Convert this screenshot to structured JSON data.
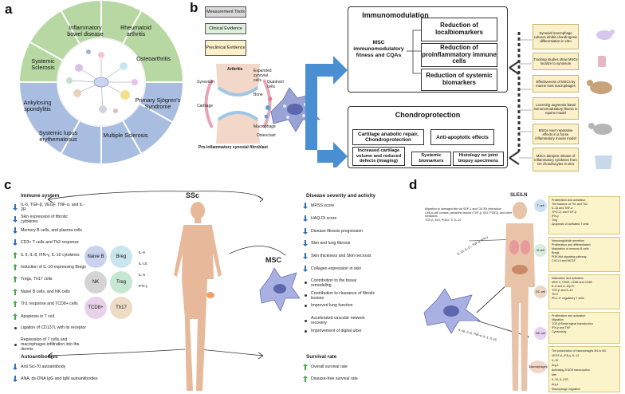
{
  "panel_a": {
    "letter": "a",
    "diseases": [
      "Inflammatory bowel disease",
      "Rheumatoid arthritis",
      "Osteoarthritis",
      "Primary Sjögren's Syndrome",
      "Multiple Sclerosis",
      "Systemic lupus erythematosus",
      "Ankylosing spondylitis",
      "Systemic Sclerosis"
    ],
    "colors": {
      "green": "#b7d7a3",
      "blue": "#a9bde0"
    }
  },
  "panel_b": {
    "letter": "b",
    "legend": [
      "Measurement Tools",
      "Clinical Evidence",
      "Preclinical Evidence"
    ],
    "legend_colors": [
      "#d9d9d9",
      "#dfeedd",
      "#fbf0c9"
    ],
    "illustration": {
      "arthritis": "Arthritis",
      "synovium": "Synovium",
      "cartilage": "Cartilage",
      "expanded": "Expanded synovial cells",
      "quadrant": "Quadrant cells",
      "bone": "Bone",
      "macrophage": "Macrophage",
      "osteoclast": "Osteoclast",
      "caption": "Pro-inflammatory synovial fibroblast"
    },
    "immuno": {
      "title": "Immunomodulation",
      "msc": "MSC immunomodulatory fitness and CQAs",
      "r1": "Reduction of localbiomarkers",
      "r2": "Reduction of proinflammatory immune cells",
      "r3": "Reduction of systemic biomarkers"
    },
    "chondro": {
      "title": "Chondroprotection",
      "c1": "Cartilage anabolic repair, Chondroprotection",
      "c2": "Anti-apoptotic effects",
      "c3": "Increased cartilage volume and reduced defects (imaging)",
      "c4": "Systemic biomarkers",
      "c5": "Histology on joint biopsy specimens"
    },
    "evidence": [
      "Synovial macrophage cultures inhibit chondrogenic differentiation in vitro",
      "Tracking studies show MSCs localize to synovium",
      "Effectiveness of MSCs by murine host macrophages",
      "Licensing augments basal immunomodulatory fitness in equine model",
      "MSCs exert reparative effects in a horse inflammatory mouse model",
      "MSCs dampen release of inflammatory cytokines from OA chondrocytes in vitro"
    ]
  },
  "panel_c": {
    "letter": "c",
    "ssc": "SSc",
    "msc": "MSC",
    "immune_title": "Immune system",
    "immune_items": [
      {
        "dir": "down",
        "text": "IL-6, TGF-β, VEGF, TNF-α, and IL-2R"
      },
      {
        "dir": "down",
        "text": "Skin expression of fibrotic cytokines"
      },
      {
        "dir": "down",
        "text": "Memory B cells, and plasma cells"
      },
      {
        "dir": "down",
        "text": "CD3+ T cells and Th2 response"
      },
      {
        "dir": "up",
        "text": "IL 6, IL-8, IFN-γ, IL-10 cytokines"
      },
      {
        "dir": "up",
        "text": "Induction of IL-10-expressing Bregs"
      },
      {
        "dir": "up",
        "text": "Tregs, Th17 cells"
      },
      {
        "dir": "up",
        "text": "Naive B cells, and NK cells"
      },
      {
        "dir": "up",
        "text": "Th1 response and TCD8+ cells"
      },
      {
        "dir": "up",
        "text": "Apoptosis in T cell"
      },
      {
        "dir": "bullet",
        "text": "Ligation of CD137L with its receptor"
      },
      {
        "dir": "bullet",
        "text": "Repression of T cells and macrophages infiltration into the dermis"
      }
    ],
    "cells": [
      "Naive B",
      "Breg",
      "NK",
      "Treg",
      "TCD8+",
      "Th17"
    ],
    "cytokines": [
      "IL-6",
      "IL-10",
      "IL-8",
      "IFN-γ"
    ],
    "auto_title": "Autoantibodies",
    "auto_items": [
      {
        "dir": "down",
        "text": "Anti Scl-70 autoantibody"
      },
      {
        "dir": "down",
        "text": "ANA, ds-DNA IgG and IgM autoantibodies"
      }
    ],
    "severity_title": "Disease severity and activity",
    "severity_items": [
      {
        "dir": "down",
        "text": "MRSS score"
      },
      {
        "dir": "down",
        "text": "HAQ-DI score"
      },
      {
        "dir": "down",
        "text": "Disease fibrosis progression"
      },
      {
        "dir": "down",
        "text": "Skin and lung fibrosis"
      },
      {
        "dir": "down",
        "text": "Skin thickness and Skin necrosis"
      },
      {
        "dir": "down",
        "text": "Collagen expression in skin"
      },
      {
        "dir": "bullet",
        "text": "Contribution to the tissue remodeling"
      },
      {
        "dir": "bullet",
        "text": "Contribution to clearance of fibrotic lesions"
      },
      {
        "dir": "bullet",
        "text": "Improved lung function"
      },
      {
        "dir": "bullet",
        "text": "Accelerated vascular network recovery"
      },
      {
        "dir": "bullet",
        "text": "Improvement of digital ulcer"
      }
    ],
    "survival_title": "Survival rate",
    "survival_items": [
      {
        "dir": "up",
        "text": "Overall survival rate"
      },
      {
        "dir": "up",
        "text": "Disease-free survival rate"
      }
    ]
  },
  "panel_d": {
    "letter": "d",
    "sle": "SLE/LN",
    "migration": [
      "Migration to damaged site via SDF-1 and CXCR4 interaction",
      "Cell-to-cell contact, paracrine factors (TGF-β, IDO, PGE2), and other mediators",
      "TGF-β, IDO, PGE2, Ti, IL-10"
    ],
    "factors_top": "IL-1β, IL-17, TNF-α, IFN-γ",
    "factors_bottom": "IL-1β, IL-6, TNF-α, IL-1, IL-10",
    "cells": [
      "T cell",
      "B cell",
      "DC cell",
      "NK cell",
      "Macrophages"
    ],
    "t_cell": [
      "Proliferation and activation",
      "The balance of Th1 and Th2",
      "IL-1β and TNF-α",
      "TPO-L1 and TGF-β",
      "IFN-γ",
      "Treg",
      "Apoptosis of activated T cells"
    ],
    "b_cell": [
      "Immunoglobulin secretion",
      "Proliferation and differentiation",
      "Maturation of memory B cells",
      "Bregs",
      "PI3K/Akt signaling pathway",
      "CXCL9 and MCSF"
    ],
    "dc_cell": [
      "Maturation and activation",
      "MHC II, CD83, CD86 and CD80",
      "IL-6 and IL-12p70",
      "TGF-β and IL-10",
      "Th17",
      "PD-L1+ regulatory T cells"
    ],
    "nk_cell": [
      "Proliferation and activation",
      "Migration",
      "TGF-β/Smad signal transduction",
      "IFN-γ and TNF",
      "Cytotoxicity"
    ],
    "macro": [
      "The polarization of macrophages M1 to M2",
      "VEGF-A, IFN-γ, IL-12",
      "IL-10",
      "Arg-1",
      "Activating STAT6 transcription",
      "Mer",
      "IL-10, IL-IOS",
      "Arg-1",
      "Macrophage migration"
    ]
  }
}
